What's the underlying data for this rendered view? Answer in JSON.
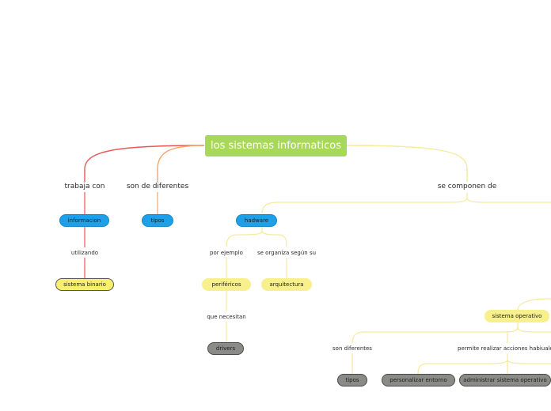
{
  "root": {
    "label": "los sistemas informaticos"
  },
  "branches": {
    "trabaja_con": "trabaja con",
    "son_de_diferentes": "son de diferentes",
    "se_componen_de": "se componen de"
  },
  "nodes": {
    "informacion": "informacion",
    "tipos_top": "tipos",
    "hadware": "hadware",
    "utilizando": "utilizando",
    "sistema_binario": "sistema binario",
    "por_ejemplo": "por ejemplo",
    "se_organiza": "se organiza según su",
    "perifericos": "periféricos",
    "arquitectura": "arquitectura",
    "que_necesitan": "que necesitan",
    "drivers": "drivers",
    "sistema_operativo": "sistema operativo",
    "son_diferentes": "son diferentes",
    "permite_realizar": "permite realizar acciones habiuales",
    "tipos_bottom": "tipos",
    "personalizar_entorno": "personalizar entorno",
    "administrar_so": "administrar sistema operativo"
  },
  "colors": {
    "root": "#a8d85a",
    "blue": "#1ea0e8",
    "yellow": "#f8ef6e",
    "gray": "#8a8a86",
    "line_red": "#e8585a",
    "line_orange": "#f3a66c",
    "line_yellow": "#f6ea9c"
  }
}
